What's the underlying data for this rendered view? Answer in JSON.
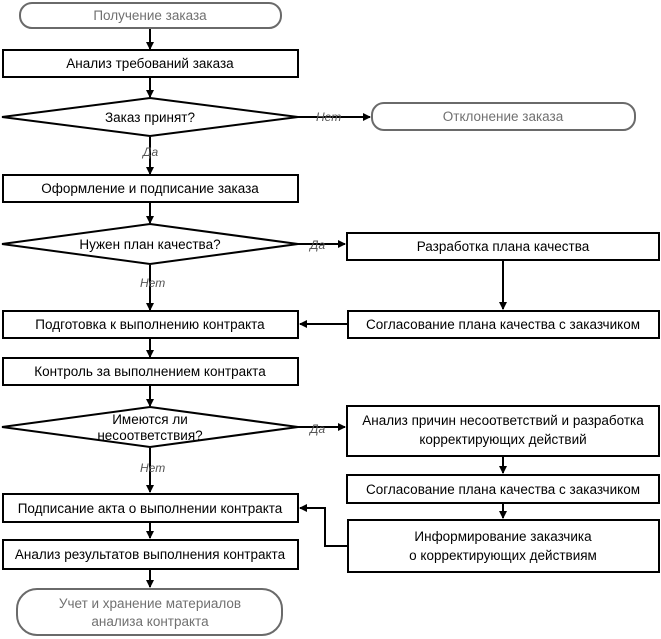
{
  "nodes": {
    "receive_order": "Получение заказа",
    "analyze_requirements": "Анализ требований заказа",
    "order_accepted": "Заказ принят?",
    "reject_order": "Отклонение заказа",
    "formalize_sign": "Оформление и подписание заказа",
    "need_quality_plan": "Нужен план качества?",
    "develop_quality_plan": "Разработка плана качества",
    "prepare_execution": "Подготовка к выполнению контракта",
    "agree_quality_plan_1": "Согласование плана качества с заказчиком",
    "control_execution": "Контроль за выполнением контракта",
    "nonconformities_q_line1": "Имеются ли",
    "nonconformities_q_line2": "несоответствия?",
    "analyze_causes_line1": "Анализ причин несоответствий и разработка",
    "analyze_causes_line2": "корректирующих действий",
    "agree_quality_plan_2": "Согласование плана качества с заказчиком",
    "sign_completion_act": "Подписание акта о выполнении контракта",
    "inform_customer_line1": "Информирование заказчика",
    "inform_customer_line2": "о корректирующих действиям",
    "analyze_results": "Анализ результатов выполнения контракта",
    "store_materials_line1": "Учет и хранение материалов",
    "store_materials_line2": "анализа контракта"
  },
  "edge_labels": {
    "no_1": "Нет",
    "yes_1": "Да",
    "yes_2": "Да",
    "no_2": "Нет",
    "yes_3": "Да",
    "no_3": "Нет"
  },
  "colors": {
    "stroke": "#000000",
    "terminal_stroke": "#6a6a6a",
    "terminal_text": "#707070",
    "edge_label": "#555555"
  }
}
